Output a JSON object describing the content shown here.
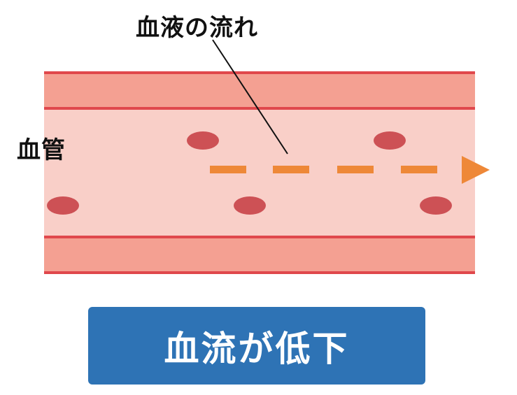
{
  "labels": {
    "blood_flow": "血液の流れ",
    "blood_vessel": "血管"
  },
  "banner": {
    "text": "血流が低下"
  },
  "colors": {
    "vessel_wall": "#f4a092",
    "vessel_line": "#e0484c",
    "vessel_lumen": "#f9cfc8",
    "blood_cell": "#cd5155",
    "flow_arrow": "#ee8838",
    "banner_bg": "#2e73b5",
    "banner_text": "#ffffff"
  },
  "icons": {
    "flow": "dashed-right-arrow",
    "cell": "red-blood-cell-ellipse"
  }
}
